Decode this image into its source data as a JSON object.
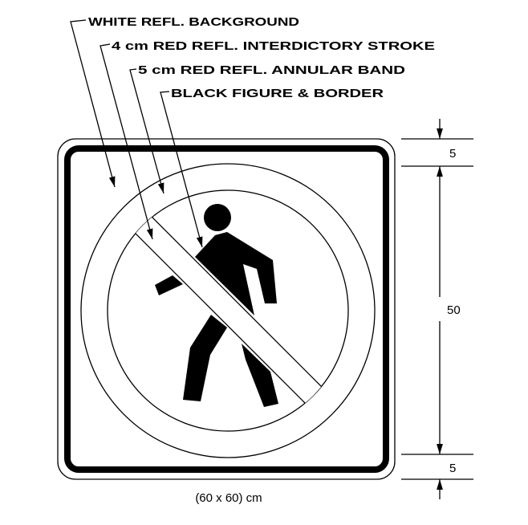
{
  "labels": {
    "background": "WHITE REFL. BACKGROUND",
    "stroke": "4 cm RED REFL. INTERDICTORY STROKE",
    "band": "5 cm RED REFL. ANNULAR BAND",
    "figure": "BLACK FIGURE & BORDER"
  },
  "dimensions": {
    "top_border": "5",
    "middle": "50",
    "bottom_border": "5",
    "overall": "(60 x 60) cm"
  },
  "colors": {
    "ink": "#000000",
    "paper": "#ffffff"
  }
}
